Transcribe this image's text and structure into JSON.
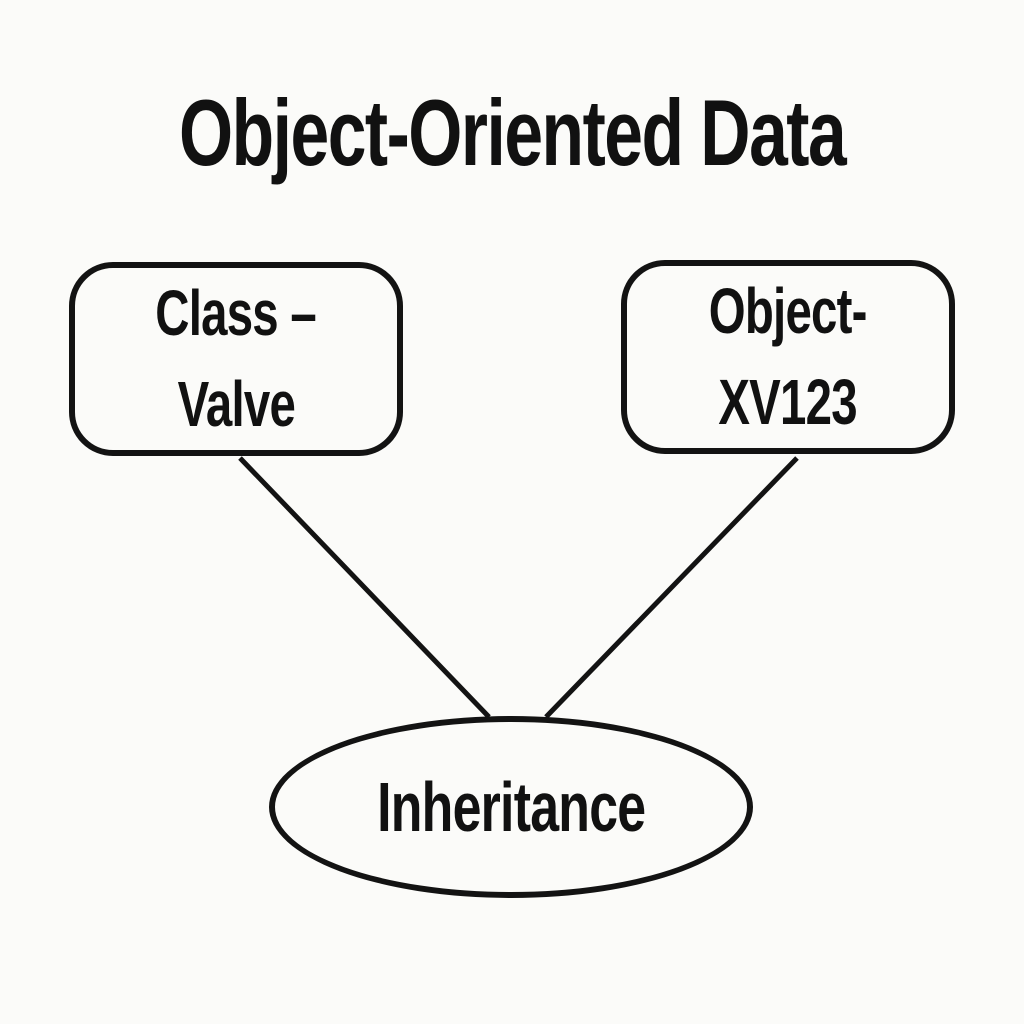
{
  "title": "Object-Oriented Data",
  "diagram": {
    "nodes": [
      {
        "id": "class-valve",
        "shape": "rounded-rectangle",
        "lines": [
          "Class –",
          "Valve"
        ]
      },
      {
        "id": "object-xv123",
        "shape": "rounded-rectangle",
        "lines": [
          "Object-",
          "XV123"
        ]
      },
      {
        "id": "inheritance",
        "shape": "ellipse",
        "lines": [
          "Inheritance"
        ]
      }
    ],
    "edges": [
      {
        "from": "class-valve",
        "to": "inheritance"
      },
      {
        "from": "object-xv123",
        "to": "inheritance"
      }
    ],
    "colors": {
      "stroke": "#131313",
      "text": "#111111",
      "background": "#fbfbf9"
    }
  }
}
